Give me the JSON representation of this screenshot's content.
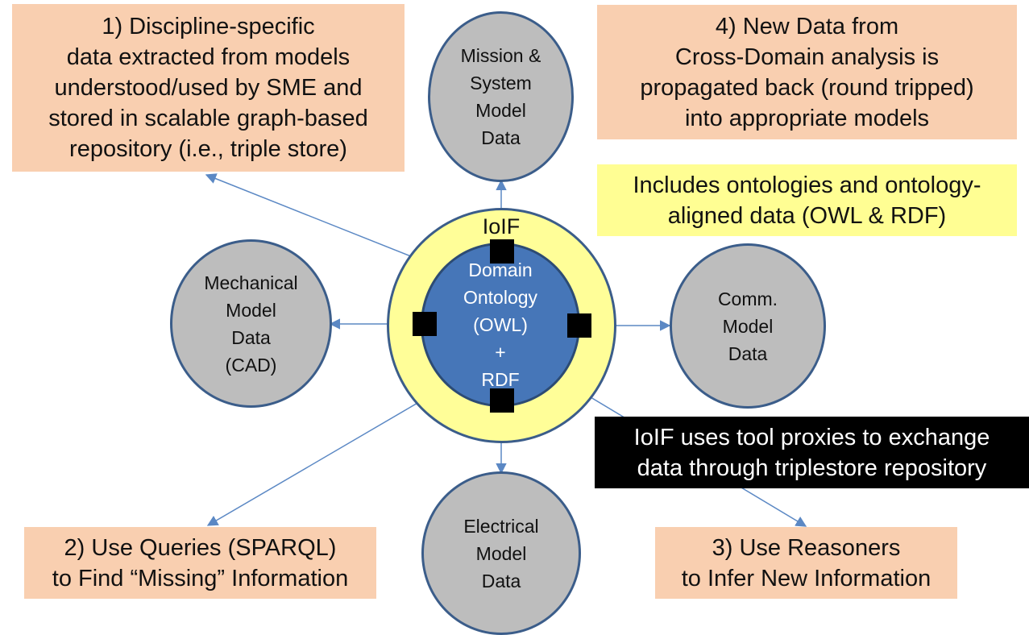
{
  "callouts": {
    "discipline_data": [
      "1) Discipline-specific",
      "data extracted from models",
      "understood/used by SME and",
      "stored in scalable graph-based",
      "repository (i.e., triple store)"
    ],
    "round_trip": [
      "4) New Data from",
      "Cross-Domain analysis is",
      "propagated back (round tripped)",
      "into appropriate models"
    ],
    "ontologies": [
      "Includes ontologies and ontology-",
      "aligned data (OWL & RDF)"
    ],
    "tool_proxies": [
      "IoIF uses tool proxies to exchange",
      "data through triplestore repository"
    ],
    "queries": [
      "2) Use Queries (SPARQL)",
      "to Find “Missing” Information"
    ],
    "reasoners": [
      "3) Use Reasoners",
      "to Infer New Information"
    ]
  },
  "hub": {
    "ring_label": "IoIF",
    "core_lines": [
      "Domain",
      "Ontology",
      "(OWL)",
      "+",
      "RDF"
    ]
  },
  "models": {
    "mission": [
      "Mission &",
      "System",
      "Model",
      "Data"
    ],
    "mechanical": [
      "Mechanical",
      "Model",
      "Data",
      "(CAD)"
    ],
    "comm": [
      "Comm.",
      "Model",
      "Data"
    ],
    "electrical": [
      "Electrical",
      "Model",
      "Data"
    ]
  },
  "colors": {
    "callout_fill": "#f9cfb0",
    "highlight_fill": "#fffe93",
    "model_fill": "#bdbdbd",
    "ring_fill": "#fffe98",
    "core_fill": "#4676b8",
    "connector": "#5b88c4"
  }
}
